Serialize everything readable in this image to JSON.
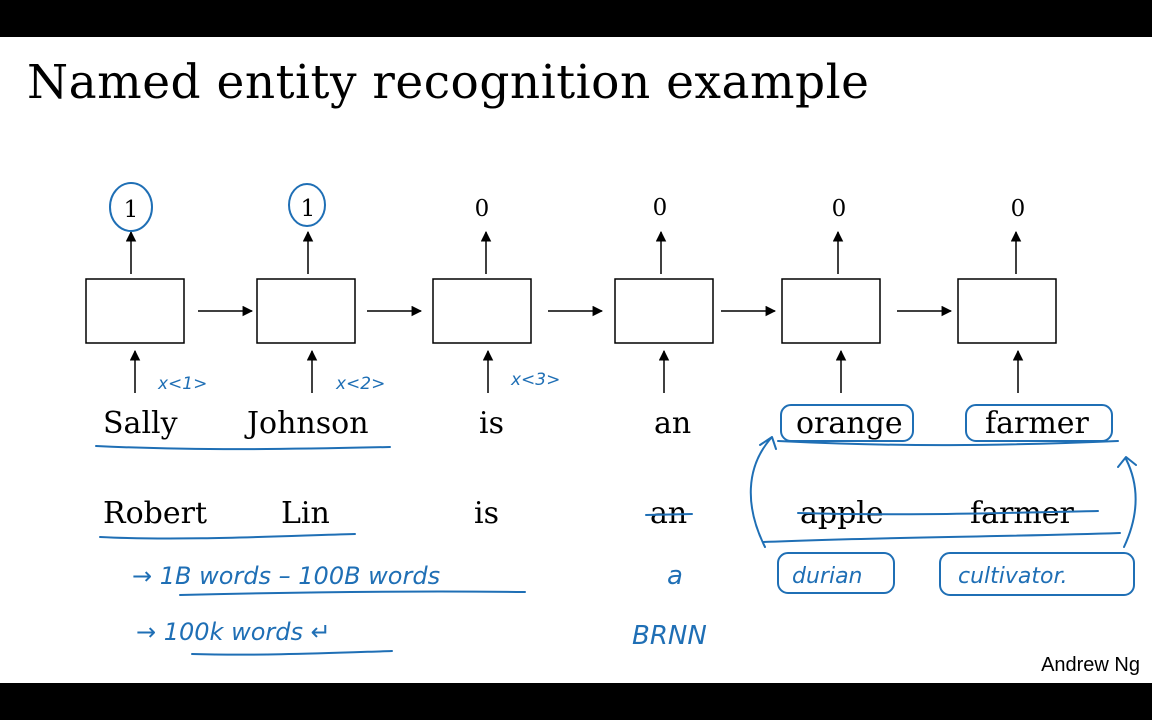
{
  "title": "Named entity recognition example",
  "outputs": [
    "1",
    "1",
    "0",
    "0",
    "0",
    "0"
  ],
  "input_labels": [
    "x<1>",
    "x<2>",
    "x<3>"
  ],
  "sentence1": [
    "Sally",
    "Johnson",
    "is",
    "an",
    "orange",
    "farmer"
  ],
  "sentence2": [
    "Robert",
    "Lin",
    "is",
    "an",
    "apple",
    "farmer"
  ],
  "notes": {
    "line1": "→ 1B words – 100B words",
    "line2": "→ 100k words ↵",
    "a": "a",
    "brnn": "BRNN",
    "durian": "durian",
    "cultivator": "cultivator."
  },
  "credit": "Andrew Ng",
  "colors": {
    "ink": "#1f6fb5",
    "text": "#000000",
    "bar": "#000000"
  }
}
